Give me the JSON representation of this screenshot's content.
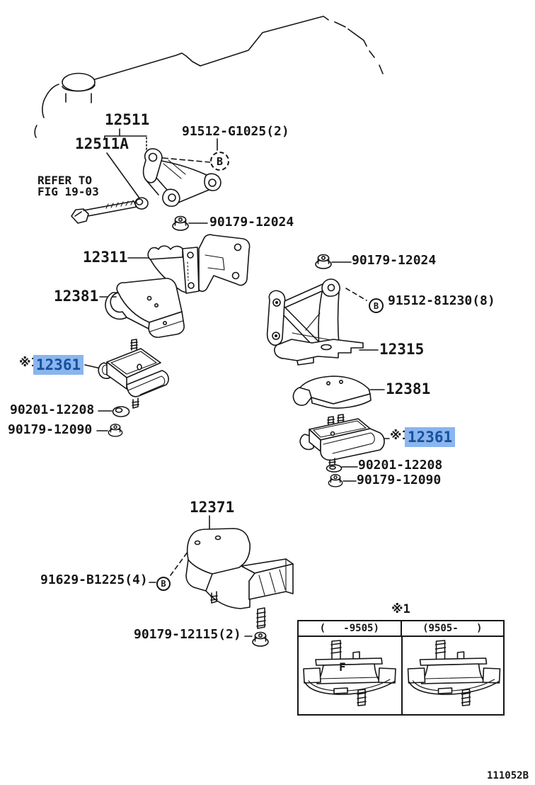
{
  "figure": {
    "code": "111052B",
    "highlight_bg": "#8ab5ee",
    "highlight_text_color": "#17509c",
    "line_color": "#161616"
  },
  "callouts": {
    "c12511": "12511",
    "c12511a": "12511A",
    "c91512_g1025": "91512-G1025(2)",
    "refer_line1": "REFER TO",
    "refer_line2": "FIG 19-03",
    "c90179_12024": "90179-12024",
    "c12311": "12311",
    "c12381": "12381",
    "ref_mark": "※1",
    "c12361": "12361",
    "c90201_12208": "90201-12208",
    "c90179_12090": "90179-12090",
    "c91512_81230": "91512-81230(8)",
    "c12315": "12315",
    "c12371": "12371",
    "c91629_b1225": "91629-B1225(4)",
    "c90179_12115": "90179-12115(2)",
    "bolt_marker": "B"
  },
  "variant_table": {
    "reference": "※1",
    "columns": [
      "(   -9505)",
      "(9505-   )"
    ],
    "front_mark": "F"
  }
}
